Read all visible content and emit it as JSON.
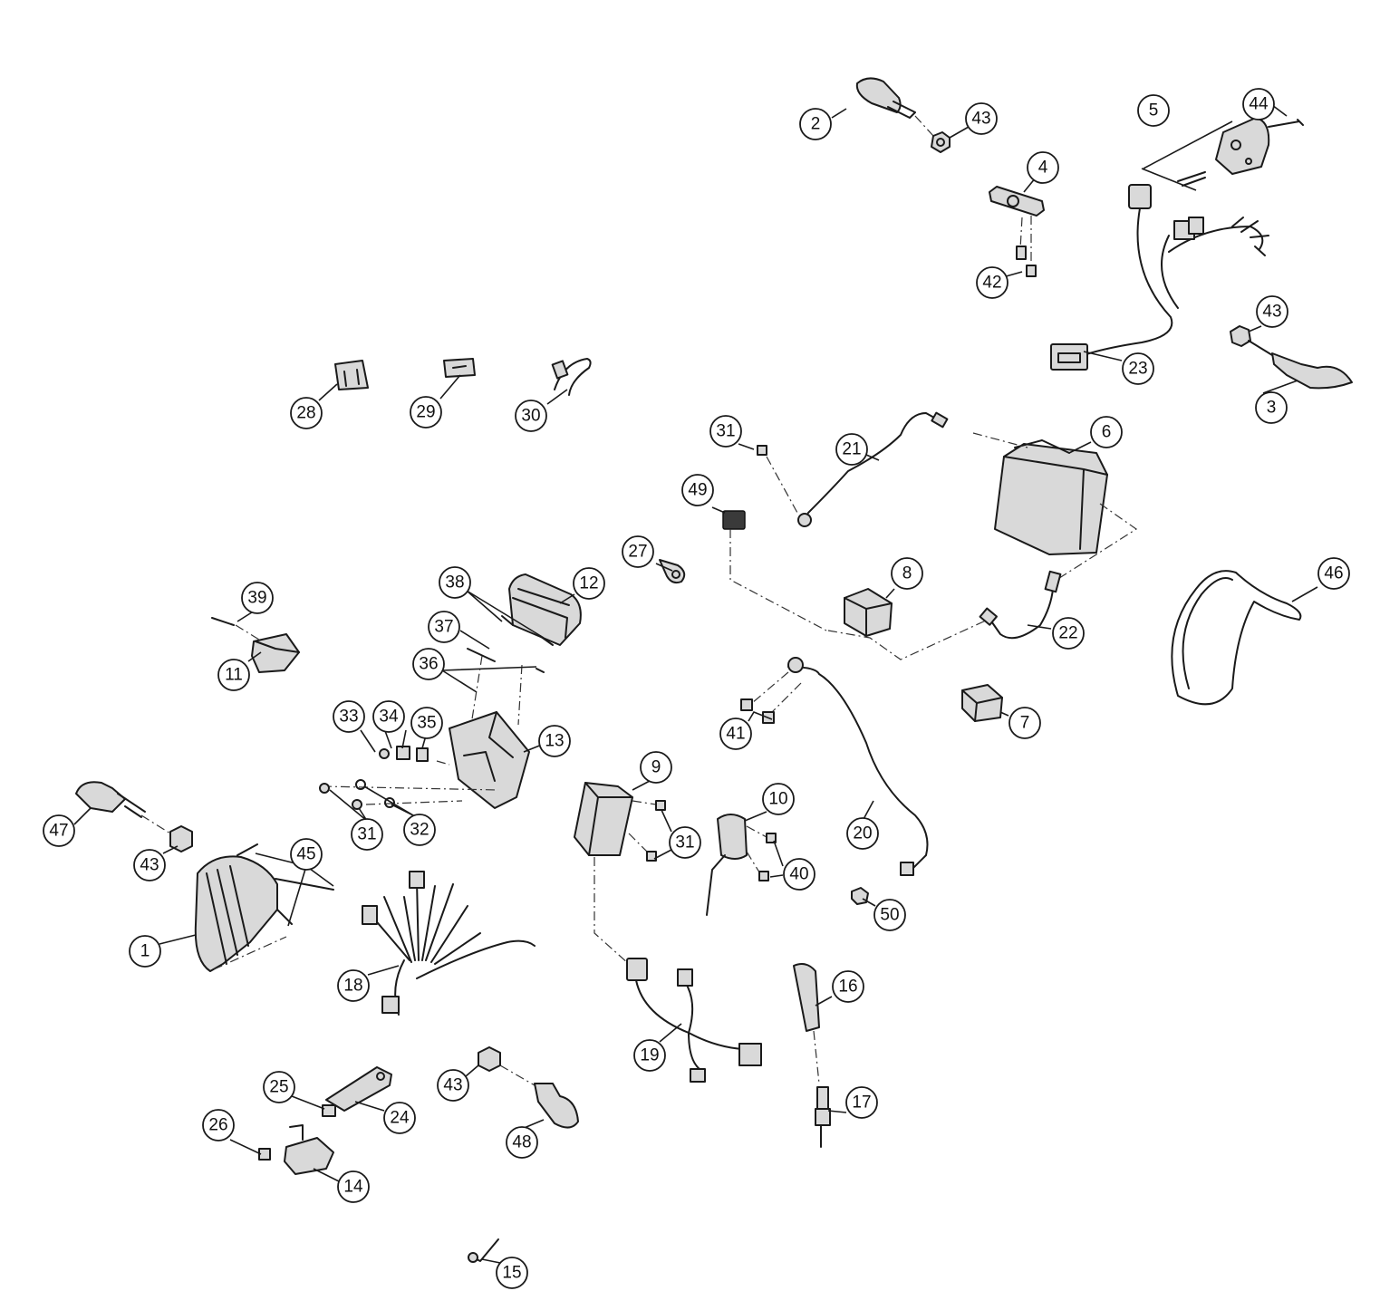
{
  "callouts": {
    "c1": "1",
    "c2": "2",
    "c3": "3",
    "c4": "4",
    "c5": "5",
    "c6": "6",
    "c7": "7",
    "c8": "8",
    "c9": "9",
    "c10": "10",
    "c11": "11",
    "c12": "12",
    "c13": "13",
    "c14": "14",
    "c15": "15",
    "c16": "16",
    "c17": "17",
    "c18": "18",
    "c19": "19",
    "c20": "20",
    "c21": "21",
    "c22": "22",
    "c23": "23",
    "c24": "24",
    "c25": "25",
    "c26": "26",
    "c27": "27",
    "c28": "28",
    "c29": "29",
    "c30": "30",
    "c31": "31",
    "c32": "32",
    "c33": "33",
    "c34": "34",
    "c35": "35",
    "c36": "36",
    "c37": "37",
    "c38": "38",
    "c39": "39",
    "c40": "40",
    "c41": "41",
    "c42": "42",
    "c43": "43",
    "c44": "44",
    "c45": "45",
    "c46": "46",
    "c47": "47",
    "c48": "48",
    "c49": "49",
    "c50": "50"
  }
}
